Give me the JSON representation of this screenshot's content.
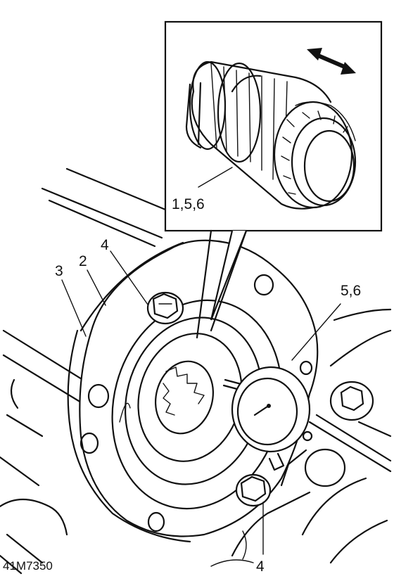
{
  "callouts": {
    "inset": "1,5,6",
    "dial_gauge": "5,6",
    "housing": "2",
    "gasket": "3",
    "bolt_upper": "4",
    "bolt_lower": "4"
  },
  "figure_ref": "41M7350"
}
